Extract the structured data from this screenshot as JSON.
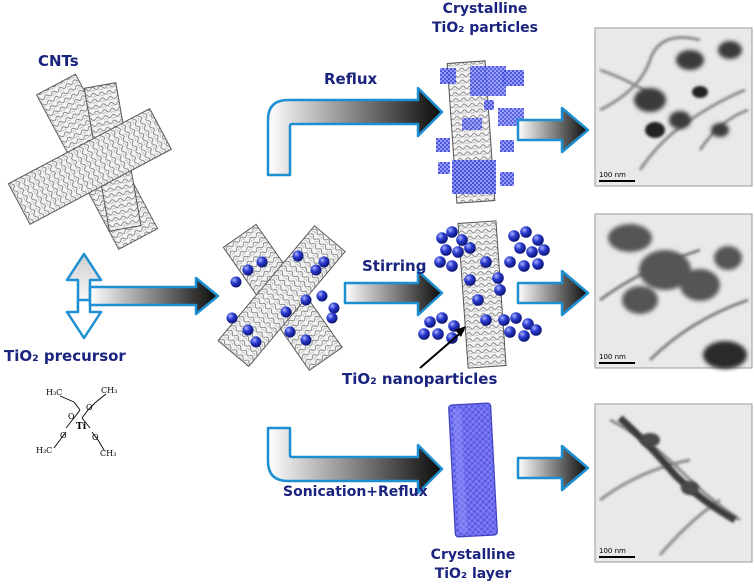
{
  "labels": {
    "cnts": "CNTs",
    "precursor": "TiO₂ precursor",
    "reflux": "Reflux",
    "stirring": "Stirring",
    "sonication_reflux": "Sonication+Reflux",
    "crystalline_particles_line1": "Crystalline",
    "crystalline_particles_line2": "TiO₂ particles",
    "nanoparticles": "TiO₂ nanoparticles",
    "crystalline_layer_line1": "Crystalline",
    "crystalline_layer_line2": "TiO₂ layer"
  },
  "micrographs": [
    {
      "id": "reflux",
      "scale_label": "100 nm"
    },
    {
      "id": "stirring",
      "scale_label": "100 nm"
    },
    {
      "id": "sonication",
      "scale_label": "100 nm"
    }
  ],
  "precursor_structure": {
    "center": "Ti",
    "oxygen": "O",
    "methyl_top_left": "H₃C",
    "methyl_top_right": "CH₃",
    "methyl_bottom_left": "H₃C",
    "methyl_bottom_right": "CH₃"
  },
  "colors": {
    "label_text": "#1a237e",
    "particle_blue": "#2233bb",
    "layer_blue": "#6f6ff0",
    "arrow_outline": "#1e8fd0",
    "arrow_dark": "#111111",
    "nanotube_gray": "#9a9a9a",
    "tem_background": "#e9e9e9"
  }
}
